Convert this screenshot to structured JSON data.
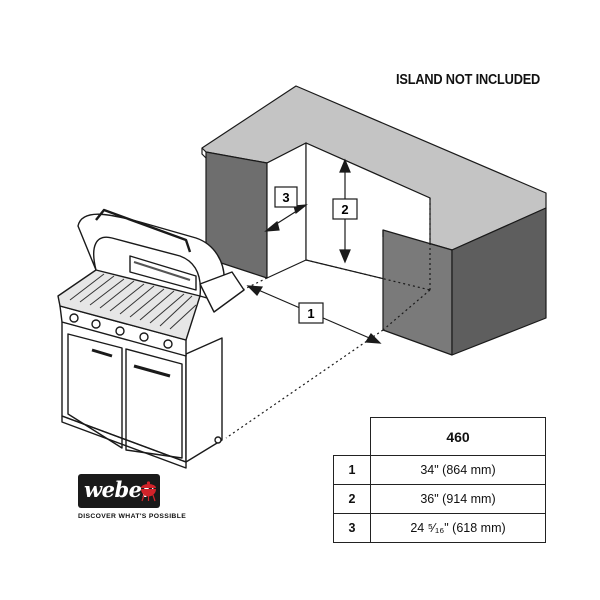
{
  "note": "ISLAND NOT INCLUDED",
  "brand": {
    "logo_text": "weber",
    "tagline": "DISCOVER WHAT'S POSSIBLE"
  },
  "callouts": [
    "1",
    "2",
    "3"
  ],
  "table": {
    "header": "460",
    "rows": [
      {
        "index": "1",
        "value": "34\" (864 mm)"
      },
      {
        "index": "2",
        "value": "36\" (914 mm)"
      },
      {
        "index": "3",
        "value": "24 ⁵⁄₁₆\" (618 mm)"
      }
    ]
  },
  "colors": {
    "island_side": "#6f6f6f",
    "island_top": "#c4c4c4",
    "island_inner": "#ffffff",
    "line": "#1a1a1a",
    "logo_bg": "#1a1a1a",
    "kettle_red": "#d2232a"
  }
}
